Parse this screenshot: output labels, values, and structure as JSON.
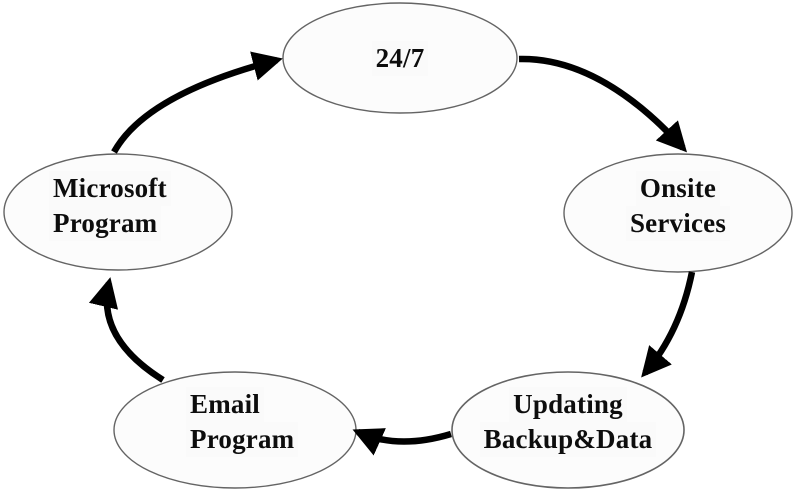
{
  "diagram": {
    "title": "",
    "type": "cycle",
    "direction": "clockwise",
    "nodes": [
      {
        "id": "24-7",
        "lines": [
          "24/7"
        ]
      },
      {
        "id": "onsite-services",
        "lines": [
          "Onsite",
          "Services"
        ]
      },
      {
        "id": "updating-backup-data",
        "lines": [
          "Updating",
          "Backup&Data"
        ]
      },
      {
        "id": "email-program",
        "lines": [
          "Email",
          "Program"
        ]
      },
      {
        "id": "microsoft-program",
        "lines": [
          "Microsoft",
          "Program"
        ]
      }
    ],
    "edges": [
      {
        "from": "24/7",
        "to": "Onsite Services"
      },
      {
        "from": "Onsite Services",
        "to": "Updating Backup&Data"
      },
      {
        "from": "Updating Backup&Data",
        "to": "Email Program"
      },
      {
        "from": "Email Program",
        "to": "Microsoft Program"
      },
      {
        "from": "Microsoft Program",
        "to": "24/7"
      }
    ],
    "colors": {
      "background": "#ffffff",
      "node_fill": "#fcfcfc",
      "node_border": "#646464",
      "arrow": "#000000",
      "text": "#0d0d0d"
    }
  }
}
